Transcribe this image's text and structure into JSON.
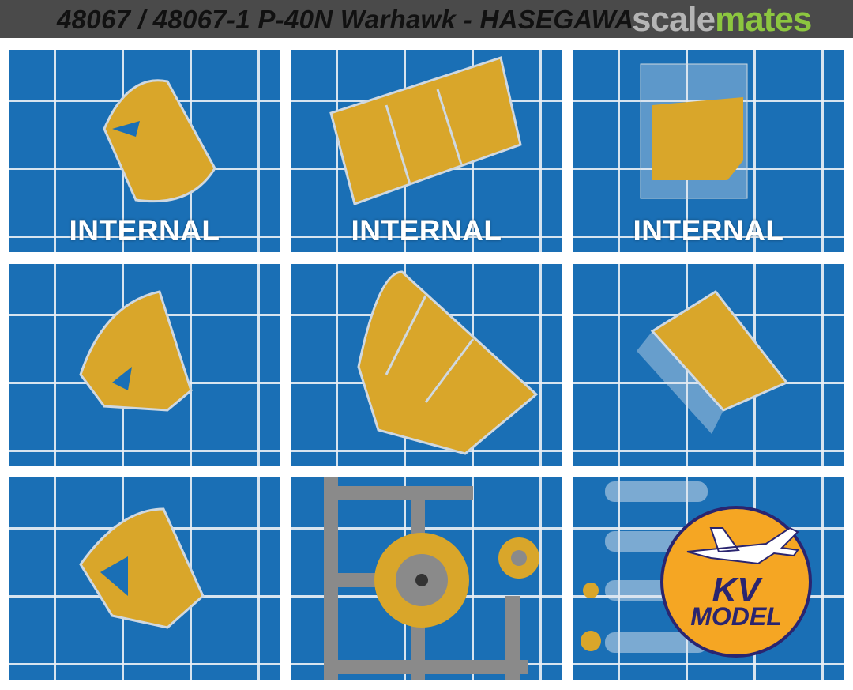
{
  "header": {
    "title": "48067 / 48067-1 P-40N Warhawk - HASEGAWA",
    "watermark_a": "scale",
    "watermark_b": "mates",
    "watermark_color": "#8cc63f"
  },
  "panels": [
    {
      "label": "INTERNAL"
    },
    {
      "label": "INTERNAL"
    },
    {
      "label": "INTERNAL"
    },
    {},
    {},
    {},
    {},
    {},
    {}
  ],
  "logo": {
    "line1": "KV",
    "line2": "MODEL"
  },
  "colors": {
    "mat": "#1a6fb5",
    "mask": "#d9a62a",
    "sprue": "#8a8a8a"
  }
}
